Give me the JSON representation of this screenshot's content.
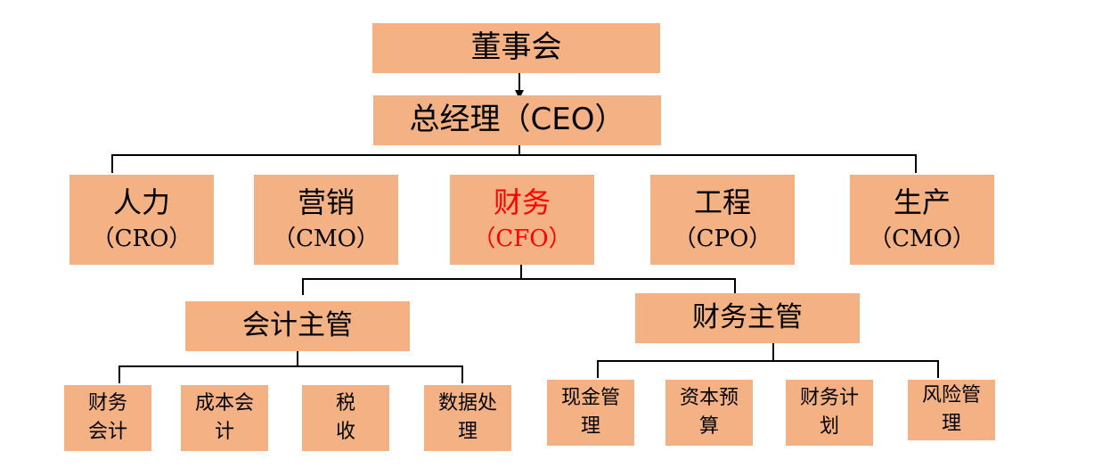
{
  "chart": {
    "board": "董事会",
    "ceo": "总经理（CEO）",
    "departments": [
      {
        "name": "人力",
        "code": "（CRO）"
      },
      {
        "name": "营销",
        "code": "（CMO）"
      },
      {
        "name": "财务",
        "code": "（CFO）"
      },
      {
        "name": "工程",
        "code": "（CPO）"
      },
      {
        "name": "生产",
        "code": "（CMO）"
      }
    ],
    "accounting_supervisor": {
      "title": "会计主管",
      "children": [
        [
          "财务",
          "会计"
        ],
        [
          "成本会",
          "计"
        ],
        [
          "税",
          "收"
        ],
        [
          "数据处",
          "理"
        ]
      ]
    },
    "finance_supervisor": {
      "title": "财务主管",
      "children": [
        [
          "现金管",
          "理"
        ],
        [
          "资本预",
          "算"
        ],
        [
          "财务计",
          "划"
        ],
        [
          "风险管",
          "理"
        ]
      ]
    },
    "colors": {
      "box_fill": "#f4b183",
      "highlight": "#ff0000",
      "line": "#000000"
    }
  }
}
